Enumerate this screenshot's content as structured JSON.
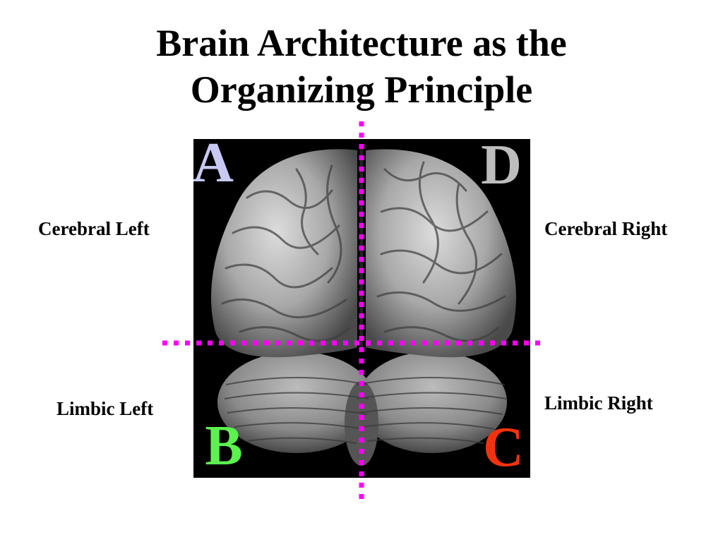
{
  "title": {
    "line1": "Brain Architecture as the",
    "line2": "Organizing Principle"
  },
  "labels": {
    "cerebral_left": "Cerebral Left",
    "cerebral_right": "Cerebral Right",
    "limbic_left": "Limbic Left",
    "limbic_right": "Limbic Right"
  },
  "quadrants": {
    "a": {
      "letter": "A",
      "color": "#c7c9f2"
    },
    "b": {
      "letter": "B",
      "color": "#5cf24f"
    },
    "c": {
      "letter": "C",
      "color": "#f2320e"
    },
    "d": {
      "letter": "D",
      "color": "#bdbdbd"
    }
  },
  "divider_color": "#ff00ff"
}
